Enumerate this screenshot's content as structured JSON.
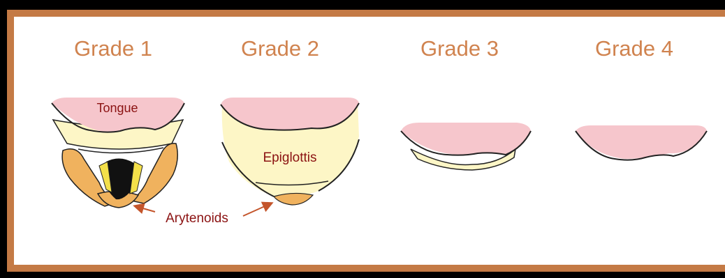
{
  "grades": [
    {
      "title": "Grade 1"
    },
    {
      "title": "Grade 2"
    },
    {
      "title": "Grade 3"
    },
    {
      "title": "Grade 4"
    }
  ],
  "labels": {
    "tongue": "Tongue",
    "epiglottis": "Epiglottis",
    "arytenoids": "Arytenoids"
  },
  "colors": {
    "frame": "#c47a45",
    "title": "#d0834f",
    "tongue": "#f6c6cc",
    "tissue": "#fdf6c6",
    "cartilage": "#f0b25e",
    "airway": "#111111",
    "vocal_cord": "#f4e04a",
    "label": "#8b1212"
  }
}
